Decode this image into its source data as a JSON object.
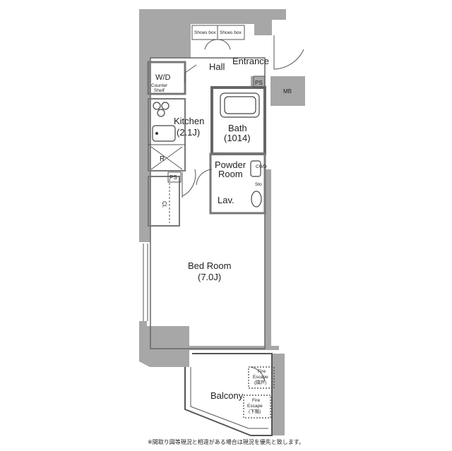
{
  "rooms": {
    "hall": "Hall",
    "entrance": "Entrance",
    "wd": "W/D",
    "counter_shelf_1": "Counter",
    "counter_shelf_2": "Shelf",
    "kitchen": "Kitchen",
    "kitchen_size": "(2.1J)",
    "bath": "Bath",
    "bath_size": "(1014)",
    "powder_room_1": "Powder",
    "powder_room_2": "Room",
    "lav": "Lav.",
    "refrigerator": "R",
    "closet": "Cl.",
    "bed_room": "Bed Room",
    "bed_room_size": "(7.0J)",
    "balcony": "Balcony"
  },
  "fixtures": {
    "shoes_box_left": "Shoes box",
    "shoes_box_right": "Shoes box",
    "ps_top": "PS",
    "mb": "MB",
    "ps_mid": "PS",
    "cwd": "CWD",
    "sto": "Sto"
  },
  "fire_escape_upper": {
    "line1": "Fire",
    "line2": "Escape",
    "line3": "(隣戸)"
  },
  "fire_escape_lower": {
    "line1": "Fire",
    "line2": "Escape",
    "line3": "(下階)"
  },
  "note": "※間取り図等現況と相違がある場合は現況を優先と致します。"
}
